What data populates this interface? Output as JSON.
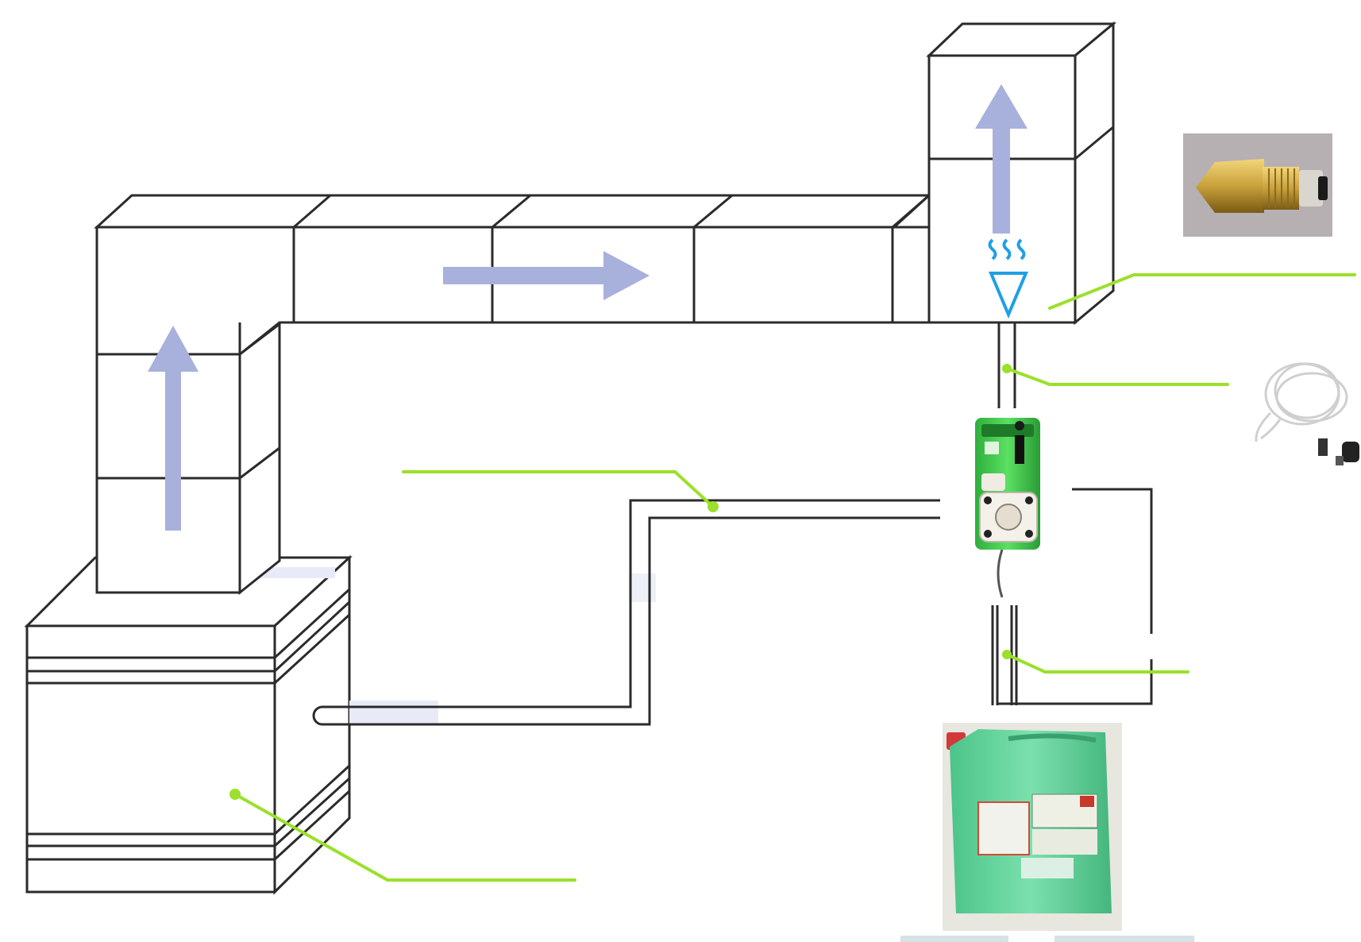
{
  "diagram": {
    "colors": {
      "outline": "#2b2b2b",
      "airflow_arrow": "#a8b0dc",
      "callout_line": "#9be02a",
      "nozzle_symbol": "#1ea0e6",
      "pump_body": "#3cc84a",
      "tank_body": "#5fd39a",
      "nozzle_brass": "#c9a13b",
      "tubing": "#e6e6e6"
    },
    "components": [
      "air-handling-unit",
      "supply-duct",
      "vertical-riser-duct",
      "outlet-duct-box",
      "spray-nozzle",
      "dosing-pump",
      "chemical-tank",
      "feed-tubing",
      "suction-tubing",
      "return-line"
    ],
    "photos": [
      {
        "id": "nozzle",
        "icon": "brass-nozzle-photo-icon"
      },
      {
        "id": "tubing",
        "icon": "tubing-coil-photo-icon"
      },
      {
        "id": "pump",
        "icon": "dosing-pump-photo-icon"
      },
      {
        "id": "tank",
        "icon": "jerrycan-photo-icon"
      }
    ],
    "callouts": [
      {
        "target": "spray-nozzle",
        "label": ""
      },
      {
        "target": "feed-tubing",
        "label": ""
      },
      {
        "target": "return-line",
        "label": ""
      },
      {
        "target": "suction-tubing",
        "label": ""
      },
      {
        "target": "air-handling-unit",
        "label": ""
      }
    ]
  }
}
